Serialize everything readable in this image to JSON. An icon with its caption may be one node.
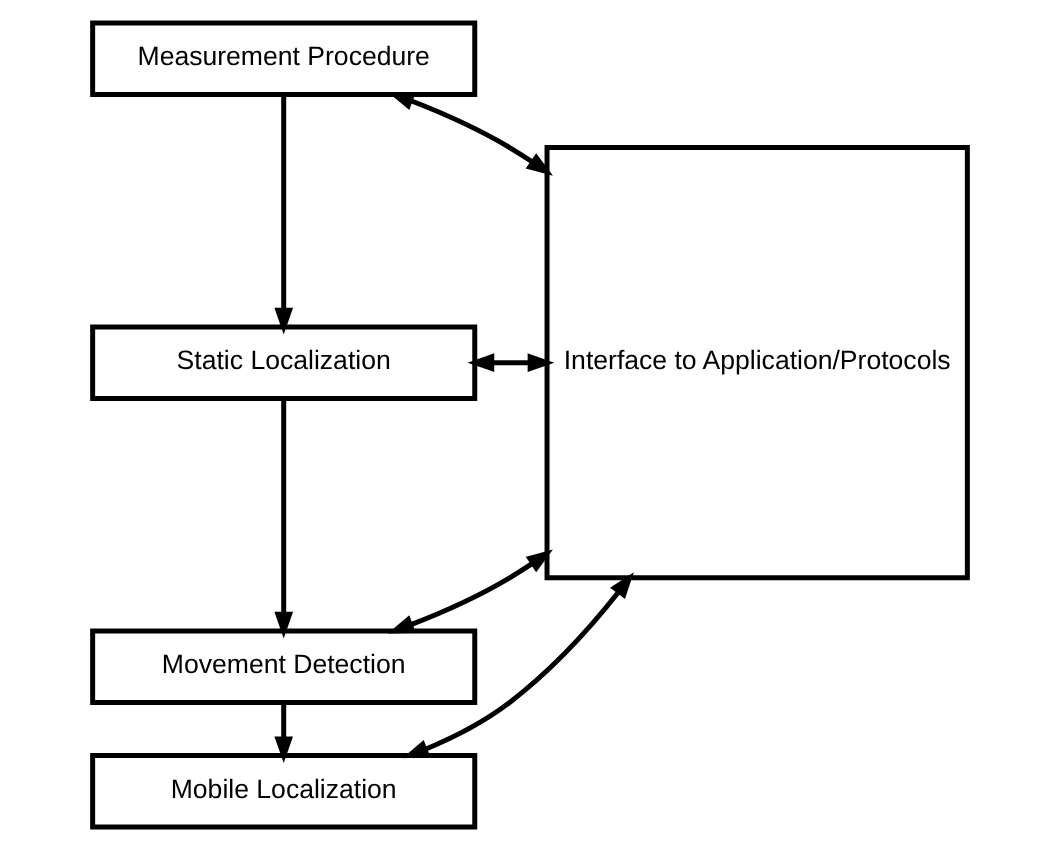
{
  "diagram": {
    "nodes": [
      {
        "text": [
          "Measurement Procedure"
        ]
      },
      {
        "text": [
          "Static Localization"
        ]
      },
      {
        "text": [
          "Movement Detection"
        ]
      },
      {
        "text": [
          "Mobile Localization"
        ]
      },
      {
        "text": [
          "Interface to Application/Protocols"
        ]
      }
    ],
    "edges": [
      {
        "from": 0,
        "to": 1,
        "arrow": "to"
      },
      {
        "from": 1,
        "to": 2,
        "arrow": "to"
      },
      {
        "from": 2,
        "to": 3,
        "arrow": "to"
      },
      {
        "from": 0,
        "to": 4,
        "arrow": "both"
      },
      {
        "from": 1,
        "to": 4,
        "arrow": "both"
      },
      {
        "from": 2,
        "to": 4,
        "arrow": "both"
      },
      {
        "from": 3,
        "to": 4,
        "arrow": "both"
      }
    ]
  }
}
